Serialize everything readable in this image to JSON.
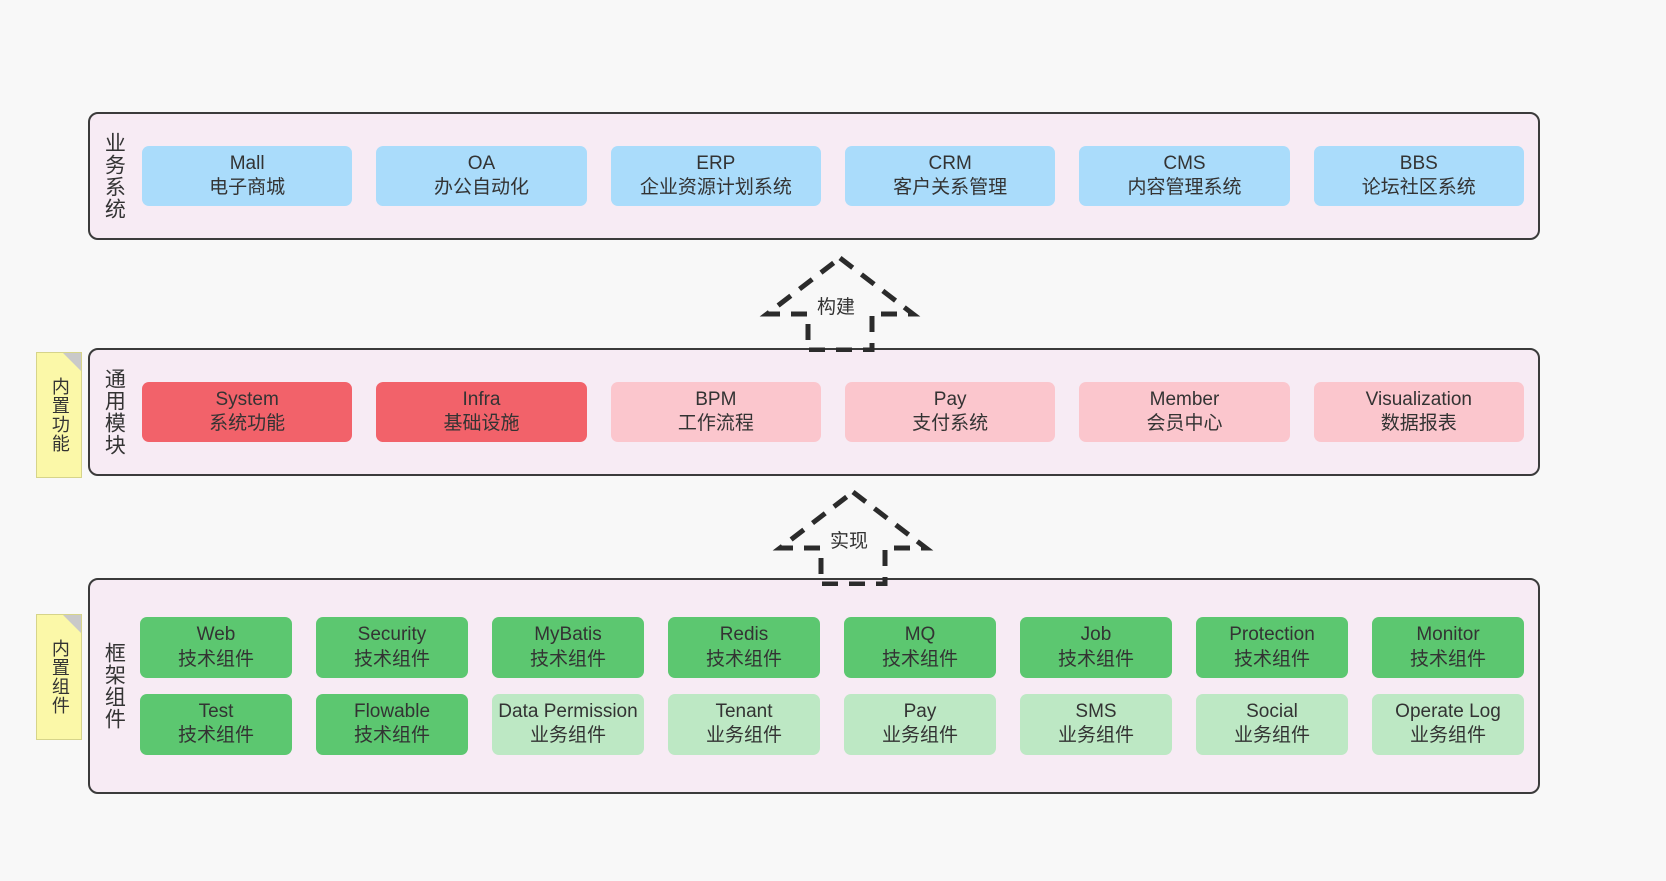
{
  "diagram": {
    "title_none": "",
    "colors": {
      "layer_bg": "#f7ebf4",
      "layer_border": "#3b3b3b",
      "business_card": "#aadcfb",
      "module_active": "#f2626a",
      "module_plain": "#fbc6cd",
      "tech_component": "#5cc770",
      "biz_component": "#bde8c4",
      "note_bg": "#fbf8a8"
    }
  },
  "layers": [
    {
      "key": "business",
      "label": "业务系统",
      "rows": [
        {
          "cards": [
            {
              "title": "Mall",
              "subtitle": "电子商城",
              "style": "c-blue"
            },
            {
              "title": "OA",
              "subtitle": "办公自动化",
              "style": "c-blue"
            },
            {
              "title": "ERP",
              "subtitle": "企业资源计划系统",
              "style": "c-blue"
            },
            {
              "title": "CRM",
              "subtitle": "客户关系管理",
              "style": "c-blue"
            },
            {
              "title": "CMS",
              "subtitle": "内容管理系统",
              "style": "c-blue"
            },
            {
              "title": "BBS",
              "subtitle": "论坛社区系统",
              "style": "c-blue"
            }
          ]
        }
      ]
    },
    {
      "key": "common",
      "label": "通用模块",
      "note": "内置功能",
      "rows": [
        {
          "cards": [
            {
              "title": "System",
              "subtitle": "系统功能",
              "style": "c-red"
            },
            {
              "title": "Infra",
              "subtitle": "基础设施",
              "style": "c-red"
            },
            {
              "title": "BPM",
              "subtitle": "工作流程",
              "style": "c-pink"
            },
            {
              "title": "Pay",
              "subtitle": "支付系统",
              "style": "c-pink"
            },
            {
              "title": "Member",
              "subtitle": "会员中心",
              "style": "c-pink"
            },
            {
              "title": "Visualization",
              "subtitle": "数据报表",
              "style": "c-pink"
            }
          ]
        }
      ]
    },
    {
      "key": "frame",
      "label": "框架组件",
      "note": "内置组件",
      "rows": [
        {
          "cards": [
            {
              "title": "Web",
              "subtitle": "技术组件",
              "style": "c-green"
            },
            {
              "title": "Security",
              "subtitle": "技术组件",
              "style": "c-green"
            },
            {
              "title": "MyBatis",
              "subtitle": "技术组件",
              "style": "c-green"
            },
            {
              "title": "Redis",
              "subtitle": "技术组件",
              "style": "c-green"
            },
            {
              "title": "MQ",
              "subtitle": "技术组件",
              "style": "c-green"
            },
            {
              "title": "Job",
              "subtitle": "技术组件",
              "style": "c-green"
            },
            {
              "title": "Protection",
              "subtitle": "技术组件",
              "style": "c-green"
            },
            {
              "title": "Monitor",
              "subtitle": "技术组件",
              "style": "c-green"
            }
          ]
        },
        {
          "cards": [
            {
              "title": "Test",
              "subtitle": "技术组件",
              "style": "c-green"
            },
            {
              "title": "Flowable",
              "subtitle": "技术组件",
              "style": "c-green"
            },
            {
              "title": "Data Permission",
              "subtitle": "业务组件",
              "style": "c-lightgreen"
            },
            {
              "title": "Tenant",
              "subtitle": "业务组件",
              "style": "c-lightgreen"
            },
            {
              "title": "Pay",
              "subtitle": "业务组件",
              "style": "c-lightgreen"
            },
            {
              "title": "SMS",
              "subtitle": "业务组件",
              "style": "c-lightgreen"
            },
            {
              "title": "Social",
              "subtitle": "业务组件",
              "style": "c-lightgreen"
            },
            {
              "title": "Operate Log",
              "subtitle": "业务组件",
              "style": "c-lightgreen"
            }
          ]
        }
      ]
    }
  ],
  "arrows": [
    {
      "key": "build",
      "label": "构建",
      "from": "common",
      "to": "business",
      "style": "dashed-hollow-up"
    },
    {
      "key": "impl",
      "label": "实现",
      "from": "frame",
      "to": "common",
      "style": "dashed-hollow-up"
    }
  ]
}
